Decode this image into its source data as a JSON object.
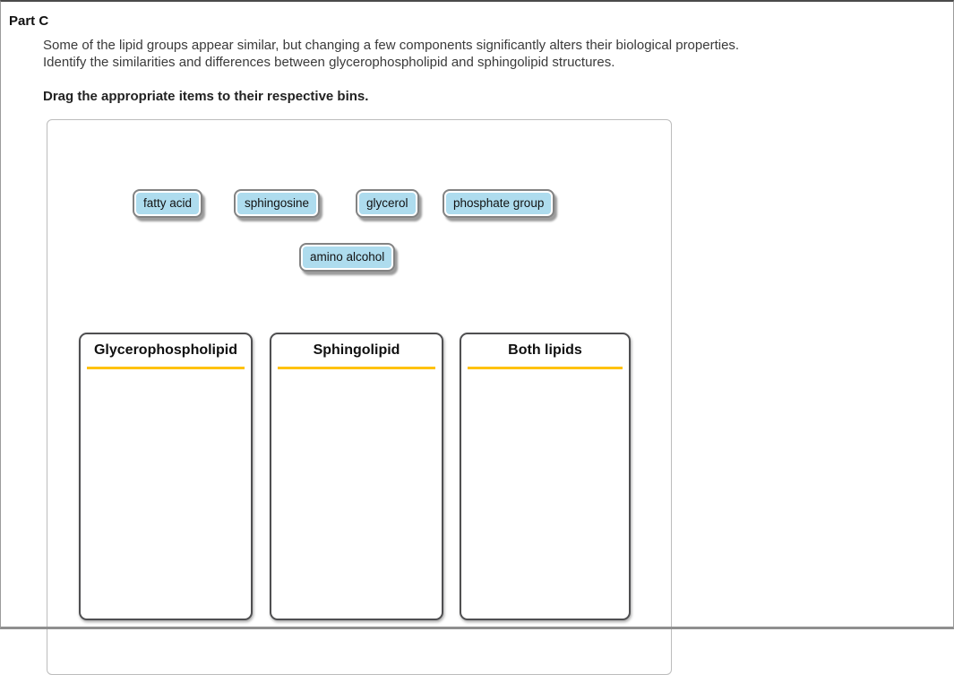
{
  "page": {
    "part_title": "Part C",
    "instructions_line1": "Some of the lipid groups appear similar, but changing a few components significantly alters their biological properties.",
    "instructions_line2": "Identify the similarities and differences between glycerophospholipid and sphingolipid structures.",
    "drag_instruction": "Drag the appropriate items to their respective bins."
  },
  "drag_items": [
    {
      "label": "fatty acid"
    },
    {
      "label": "sphingosine"
    },
    {
      "label": "glycerol"
    },
    {
      "label": "phosphate group"
    },
    {
      "label": "amino alcohol"
    }
  ],
  "bins": [
    {
      "label": "Glycerophospholipid"
    },
    {
      "label": "Sphingolipid"
    },
    {
      "label": "Both lipids"
    }
  ],
  "colors": {
    "chip_fill": "#aedcee",
    "chip_border": "#838383",
    "chip_shadow": "#9c9c9c",
    "bin_border": "#4f4f51",
    "bin_underline": "#ffc20e",
    "container_border": "#bcbcbc",
    "window_border": "#8f8f8f"
  }
}
